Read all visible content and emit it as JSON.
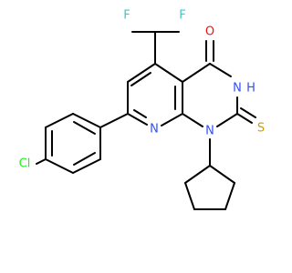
{
  "molecule": {
    "atoms": {
      "F1": {
        "label": "F",
        "color": "#33cccc"
      },
      "F2": {
        "label": "F",
        "color": "#33cccc"
      },
      "O": {
        "label": "O",
        "color": "#ff0d0d"
      },
      "NH": {
        "label": "N",
        "color": "#3050f8"
      },
      "H": {
        "label": "H",
        "color": "#3050f8"
      },
      "S": {
        "label": "S",
        "color": "#c8a000"
      },
      "N_pyridine": {
        "label": "N",
        "color": "#3050f8"
      },
      "N1": {
        "label": "N",
        "color": "#3050f8"
      },
      "Cl": {
        "label": "Cl",
        "color": "#1ff01f"
      }
    },
    "bond_color": "#000000",
    "background": "#ffffff"
  }
}
